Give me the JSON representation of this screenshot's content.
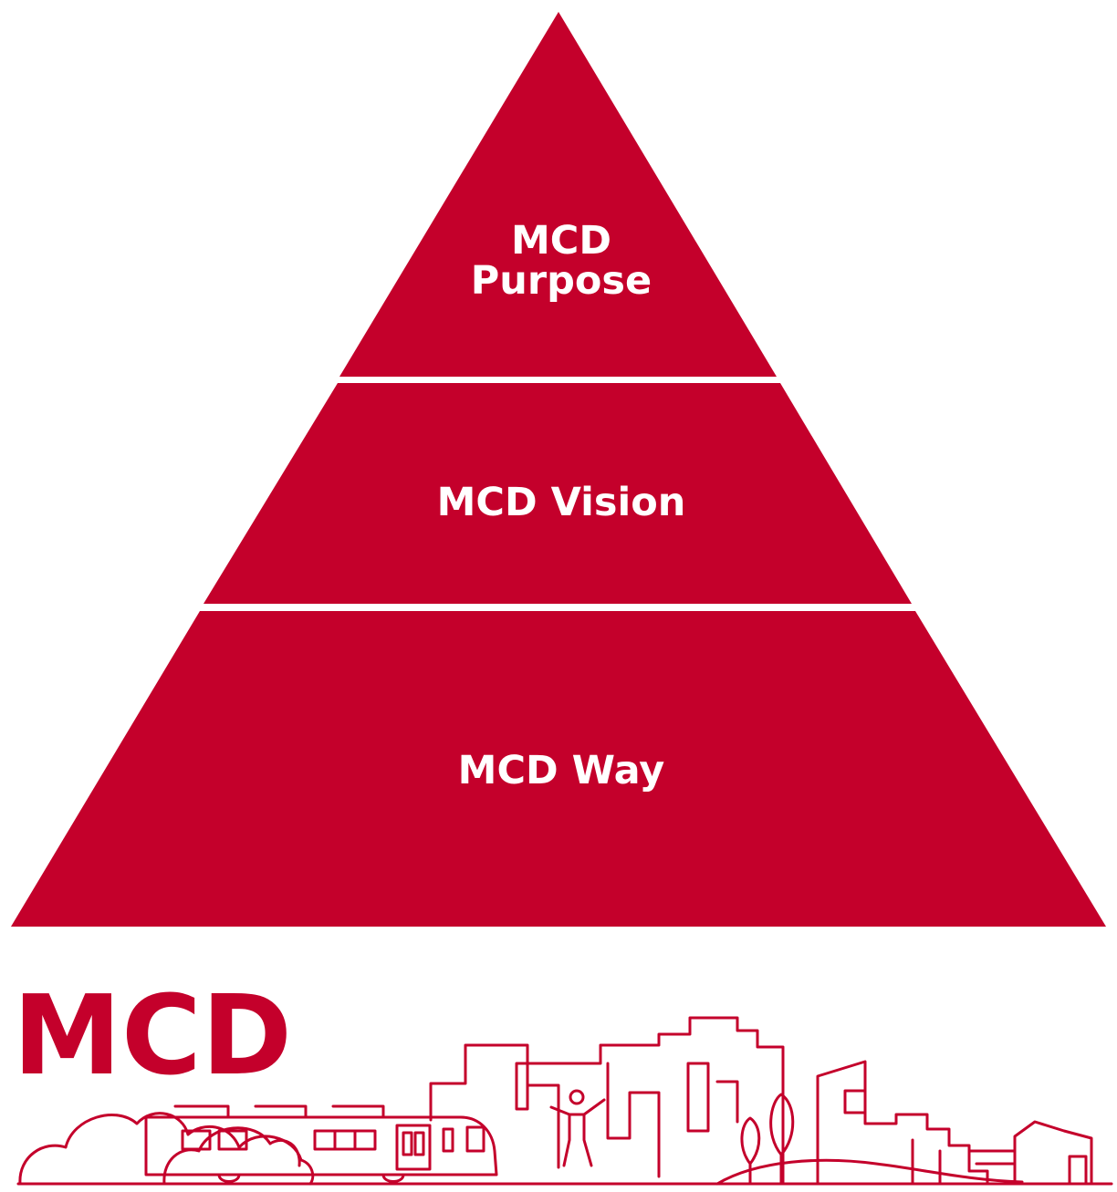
{
  "pyramid": {
    "tiers": [
      {
        "label_line1": "MCD",
        "label_line2": "Purpose"
      },
      {
        "label": "MCD Vision"
      },
      {
        "label": "MCD Way"
      }
    ]
  },
  "brand": {
    "logo_text": "MCD"
  },
  "colors": {
    "primary": "#C4002B",
    "separator": "#ffffff",
    "background": "#ffffff"
  },
  "icons": [
    "cityscape-illustration",
    "tree-icon",
    "person-icon",
    "train-icon",
    "cloud-icon"
  ]
}
